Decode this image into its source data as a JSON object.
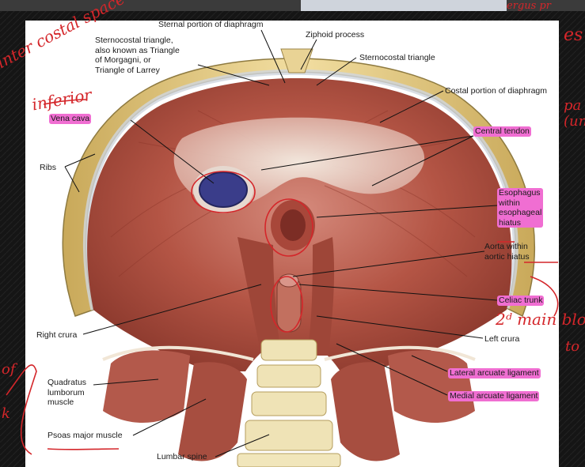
{
  "labels": {
    "sternal_portion": "Sternal portion of diaphragm",
    "ziphoid": "Ziphoid process",
    "sternocostal_morgagni": "Sternocostal triangle,\nalso known as Triangle\nof Morgagni, or\nTriangle of Larrey",
    "sternocostal": "Sternocostal triangle",
    "costal_portion": "Costal portion of diaphragm",
    "vena_cava": "Vena cava",
    "central_tendon": "Central tendon",
    "ribs": "Ribs",
    "esophagus": "Esophagus\nwithin\nesophageal\nhiatus",
    "aorta": "Aorta within\naortic hiatus",
    "celiac": "Celiac trunk",
    "right_crura": "Right crura",
    "left_crura": "Left crura",
    "lateral_arcuate": "Lateral arcuate ligament",
    "medial_arcuate": "Medial arcuate ligament",
    "quadratus": "Quadratus\nlumborum\nmuscle",
    "psoas": "Psoas major muscle",
    "lumbar_spine": "Lumbar spine"
  },
  "annotations": {
    "inferior": "inferior",
    "intercostal": "inter costal space",
    "main_blood": "2ᵈ main blo",
    "edge_right_top": "es",
    "edge_right_mid": "pa\n(un",
    "edge_right_low": "to",
    "edge_left_low": "of\n\nk",
    "edge_top": "ergus pr"
  },
  "colors": {
    "highlight": "#f06ed2",
    "ink": "#d4262a",
    "muscle": "#b55447",
    "tendon": "#ece3d6",
    "bone": "#e8cf8c",
    "vena_cava": "#3a3d8a"
  }
}
